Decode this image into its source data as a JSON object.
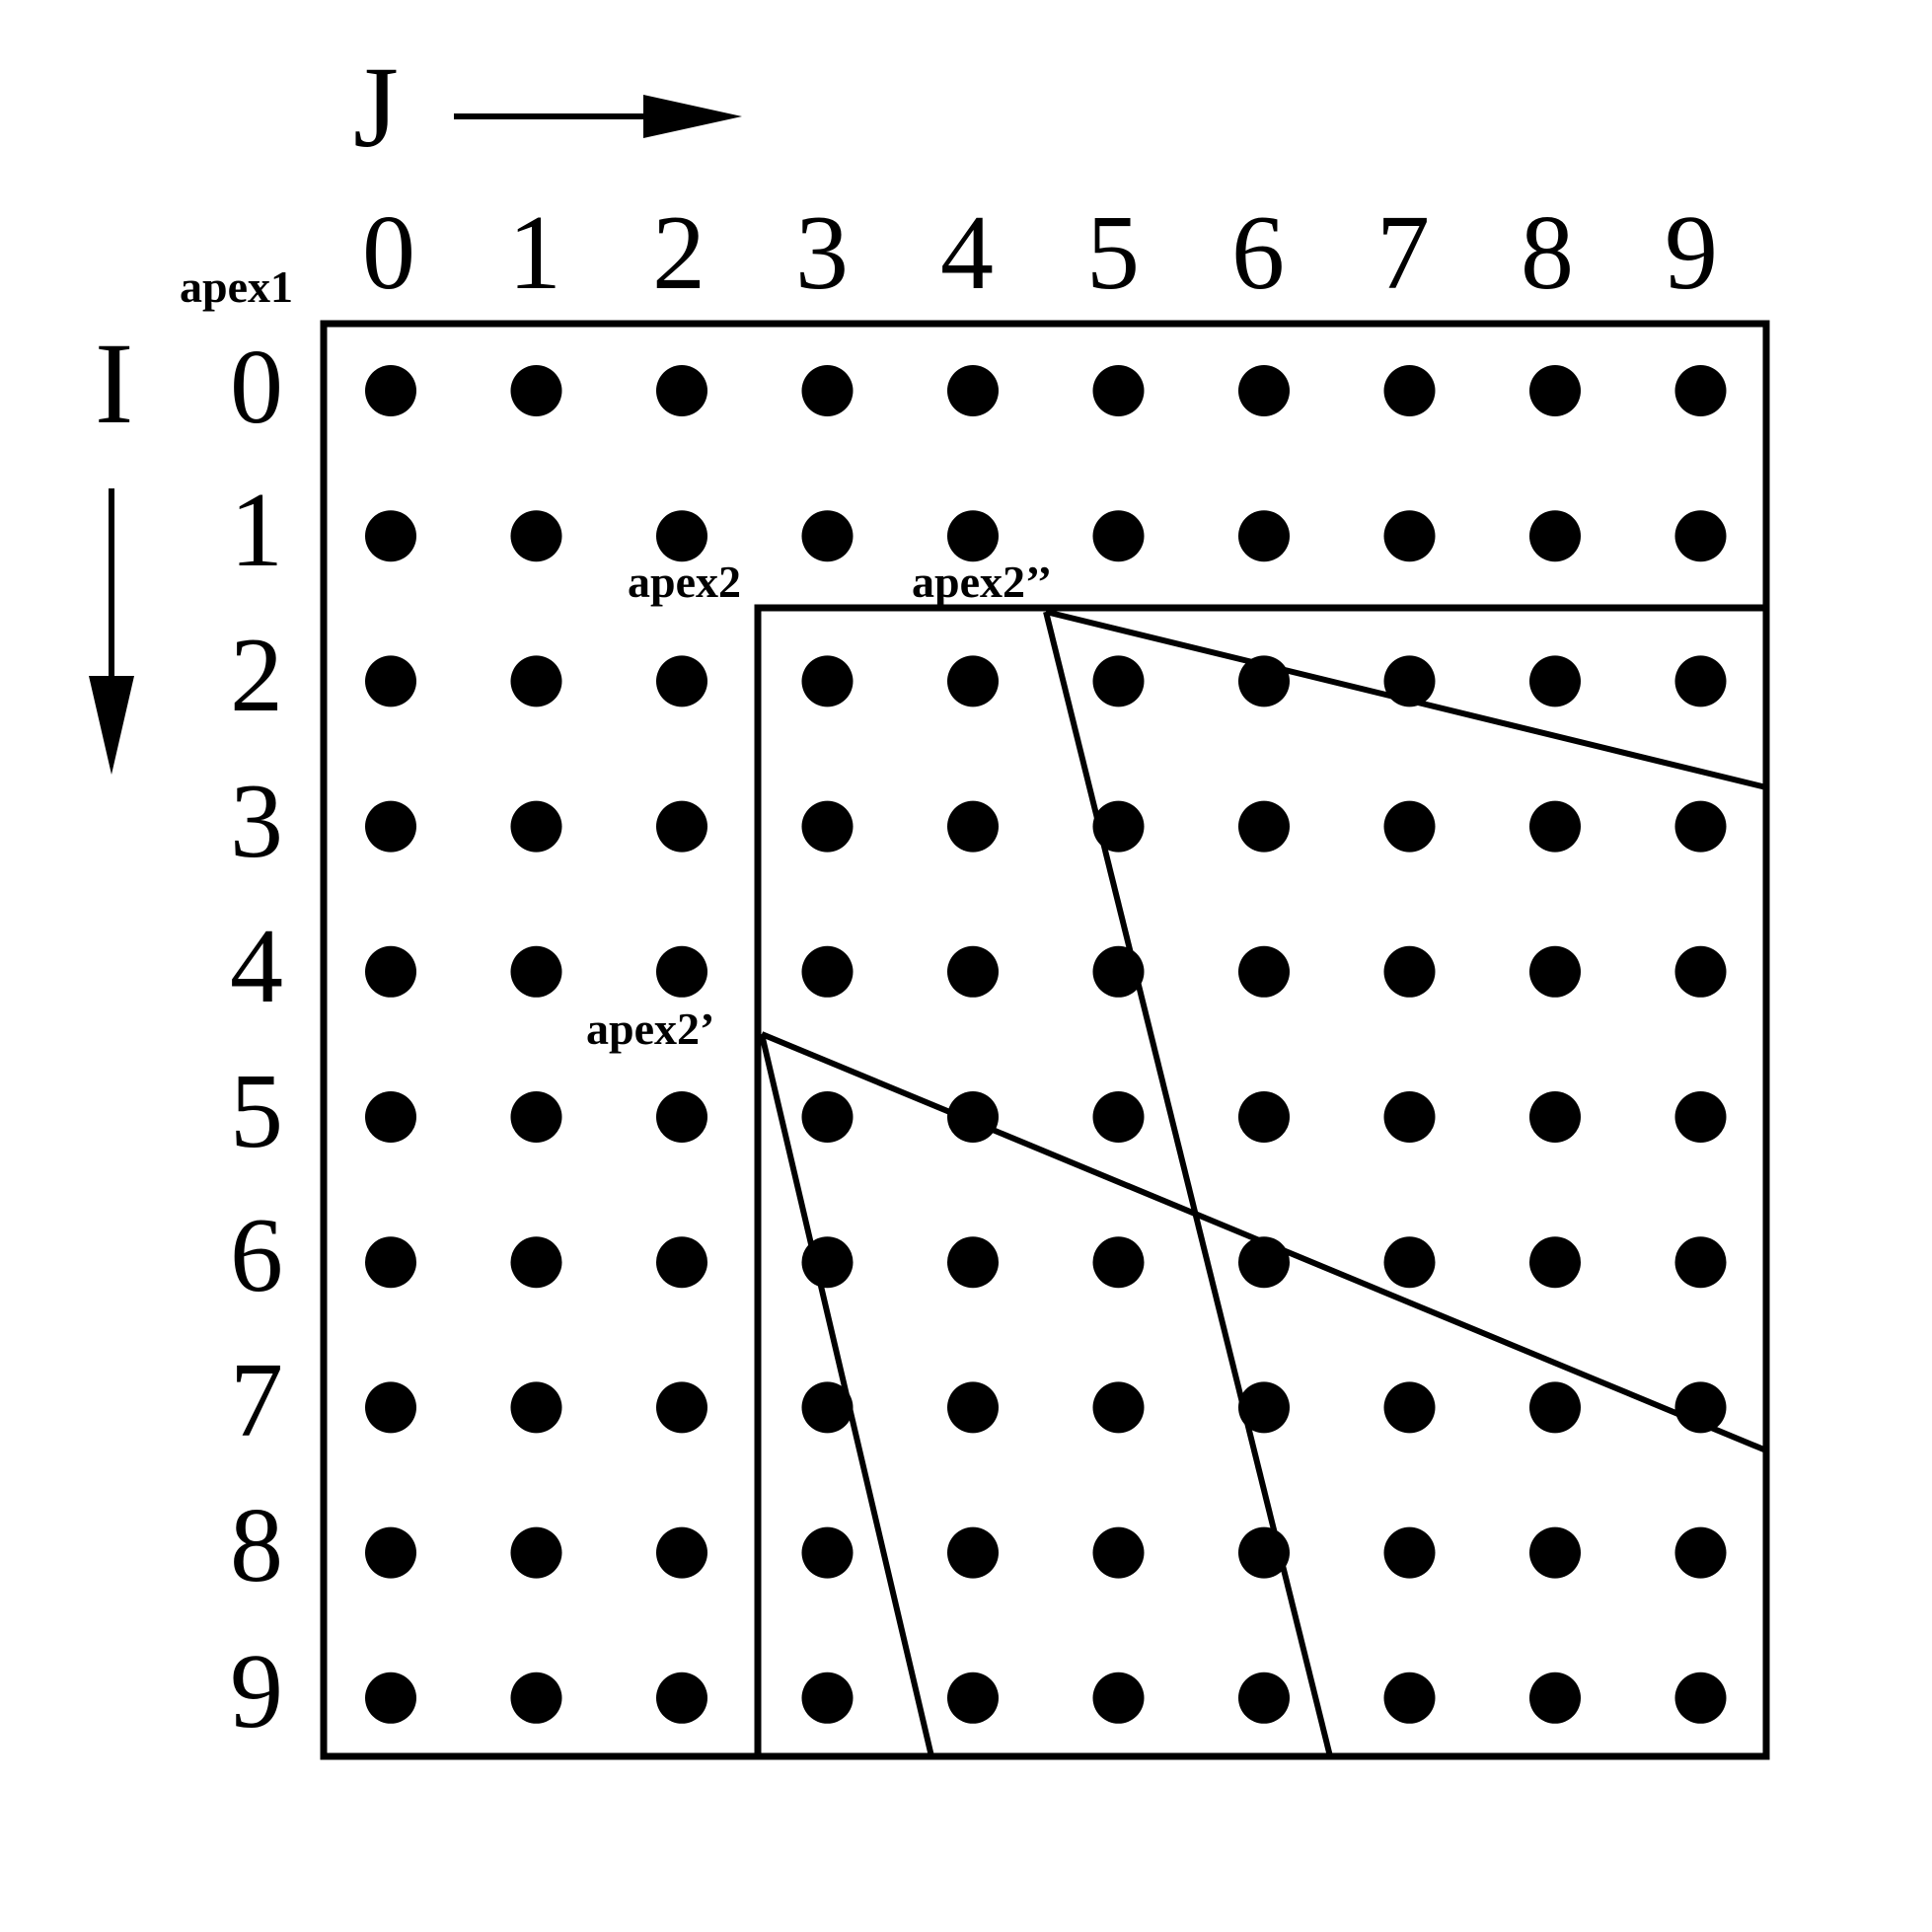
{
  "axes": {
    "column_axis_label": "J",
    "row_axis_label": "I"
  },
  "column_indices": [
    "0",
    "1",
    "2",
    "3",
    "4",
    "5",
    "6",
    "7",
    "8",
    "9"
  ],
  "row_indices": [
    "0",
    "1",
    "2",
    "3",
    "4",
    "5",
    "6",
    "7",
    "8",
    "9"
  ],
  "apex_labels": {
    "apex1": "apex1",
    "apex2": "apex2",
    "apex2_prime": "apex2’",
    "apex2_double_prime": "apex2’’"
  },
  "grid": {
    "rows": 10,
    "cols": 10
  }
}
